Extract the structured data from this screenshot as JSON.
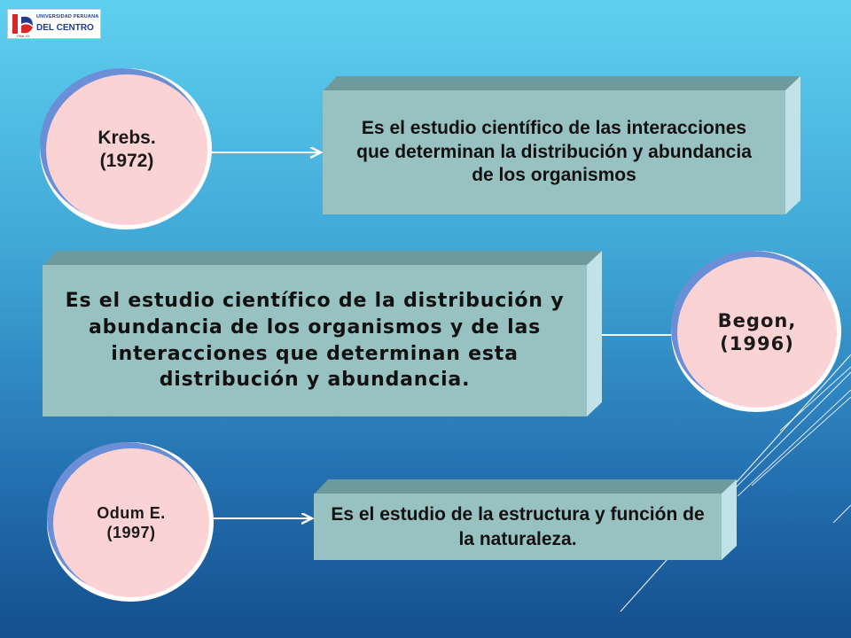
{
  "logo": {
    "line1": "UNIVERSIDAD PERUANA",
    "line2": "DEL CENTRO",
    "line3": "Filial XX"
  },
  "definitions": [
    {
      "author": "Krebs.\n(1972)",
      "text": "Es el estudio científico de las interacciones que determinan la distribución y abundancia de los organismos"
    },
    {
      "author": "Begon,\n(1996)",
      "text": "Es el estudio científico de la distribución y abundancia de los organismos y de las interacciones que determinan esta distribución y abundancia."
    },
    {
      "author": "Odum E.\n(1997)",
      "text": "Es el estudio de la estructura y función de la naturaleza."
    }
  ],
  "colors": {
    "circle_fill": "#fcd3d5",
    "box_front": "#98c1c2",
    "box_top": "#6f9a9b",
    "box_side": "#bfe3e8"
  }
}
